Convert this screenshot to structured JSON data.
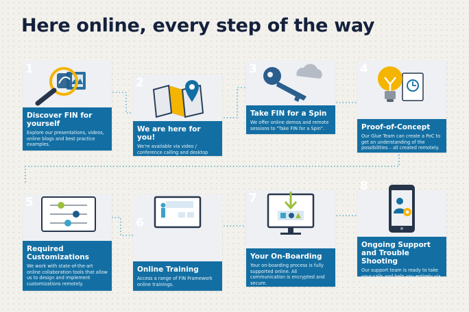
{
  "title": "Here online, every step of the way",
  "colors": {
    "panel": "#136fa3",
    "title": "#14213d",
    "accent_yellow": "#f4b400",
    "dots": "#3aa3c8"
  },
  "steps": [
    {
      "number": "1",
      "heading": "Discover FIN for yourself",
      "text": "Explore our presentations, videos, online blogs and best practice examples.",
      "icon": "magnifier-icon"
    },
    {
      "number": "2",
      "heading": "We are here for you!",
      "text": "We're available via video / conference calling and desktop sharing.",
      "icon": "map-pin-icon"
    },
    {
      "number": "3",
      "heading": "Take FIN for a Spin",
      "text": "We offer online demos and remote sessions to \"Take FIN for a Spin\".",
      "icon": "key-cloud-icon"
    },
    {
      "number": "4",
      "heading": "Proof-of-Concept",
      "text": "Our Glue Team can create a PoC to get an understanding of the possibilities – all created remotely.",
      "icon": "lightbulb-icon"
    },
    {
      "number": "5",
      "heading": "Required Customizations",
      "text": "We work with state-of-the-art online collaboration tools that allow us to design and implement customizations remotely.",
      "icon": "sliders-icon"
    },
    {
      "number": "6",
      "heading": "Online Training",
      "text": "Access a range of FIN Framework online trainings.",
      "icon": "presentation-monitor-icon"
    },
    {
      "number": "7",
      "heading": "Your On-Boarding",
      "text": "Your on-boarding process is fully supported online. All communication is encrypted and secure.",
      "icon": "download-monitor-icon"
    },
    {
      "number": "8",
      "heading": "Ongoing Support and Trouble Shooting",
      "text": "Our support team is ready to take your calls and help you entirely via remote collaboration tools.",
      "icon": "phone-support-icon"
    }
  ]
}
